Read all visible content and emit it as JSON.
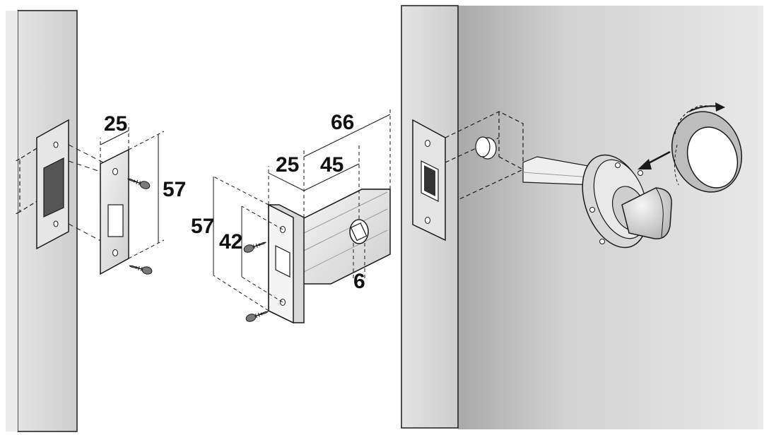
{
  "dimensions": {
    "strike_width": "25",
    "strike_height": "57",
    "bolt_total_length": "66",
    "bolt_faceplate_width": "25",
    "backset": "45",
    "faceplate_height": "57",
    "screw_hole_spacing": "42",
    "spindle_size": "6"
  },
  "colors": {
    "line": "#1a1a1a",
    "metal_light": "#eeeeee",
    "metal_mid": "#cfcfcf",
    "frame": "#d6d6d6",
    "door": "#d0d0d0",
    "shadow": "#5a5a5a"
  }
}
